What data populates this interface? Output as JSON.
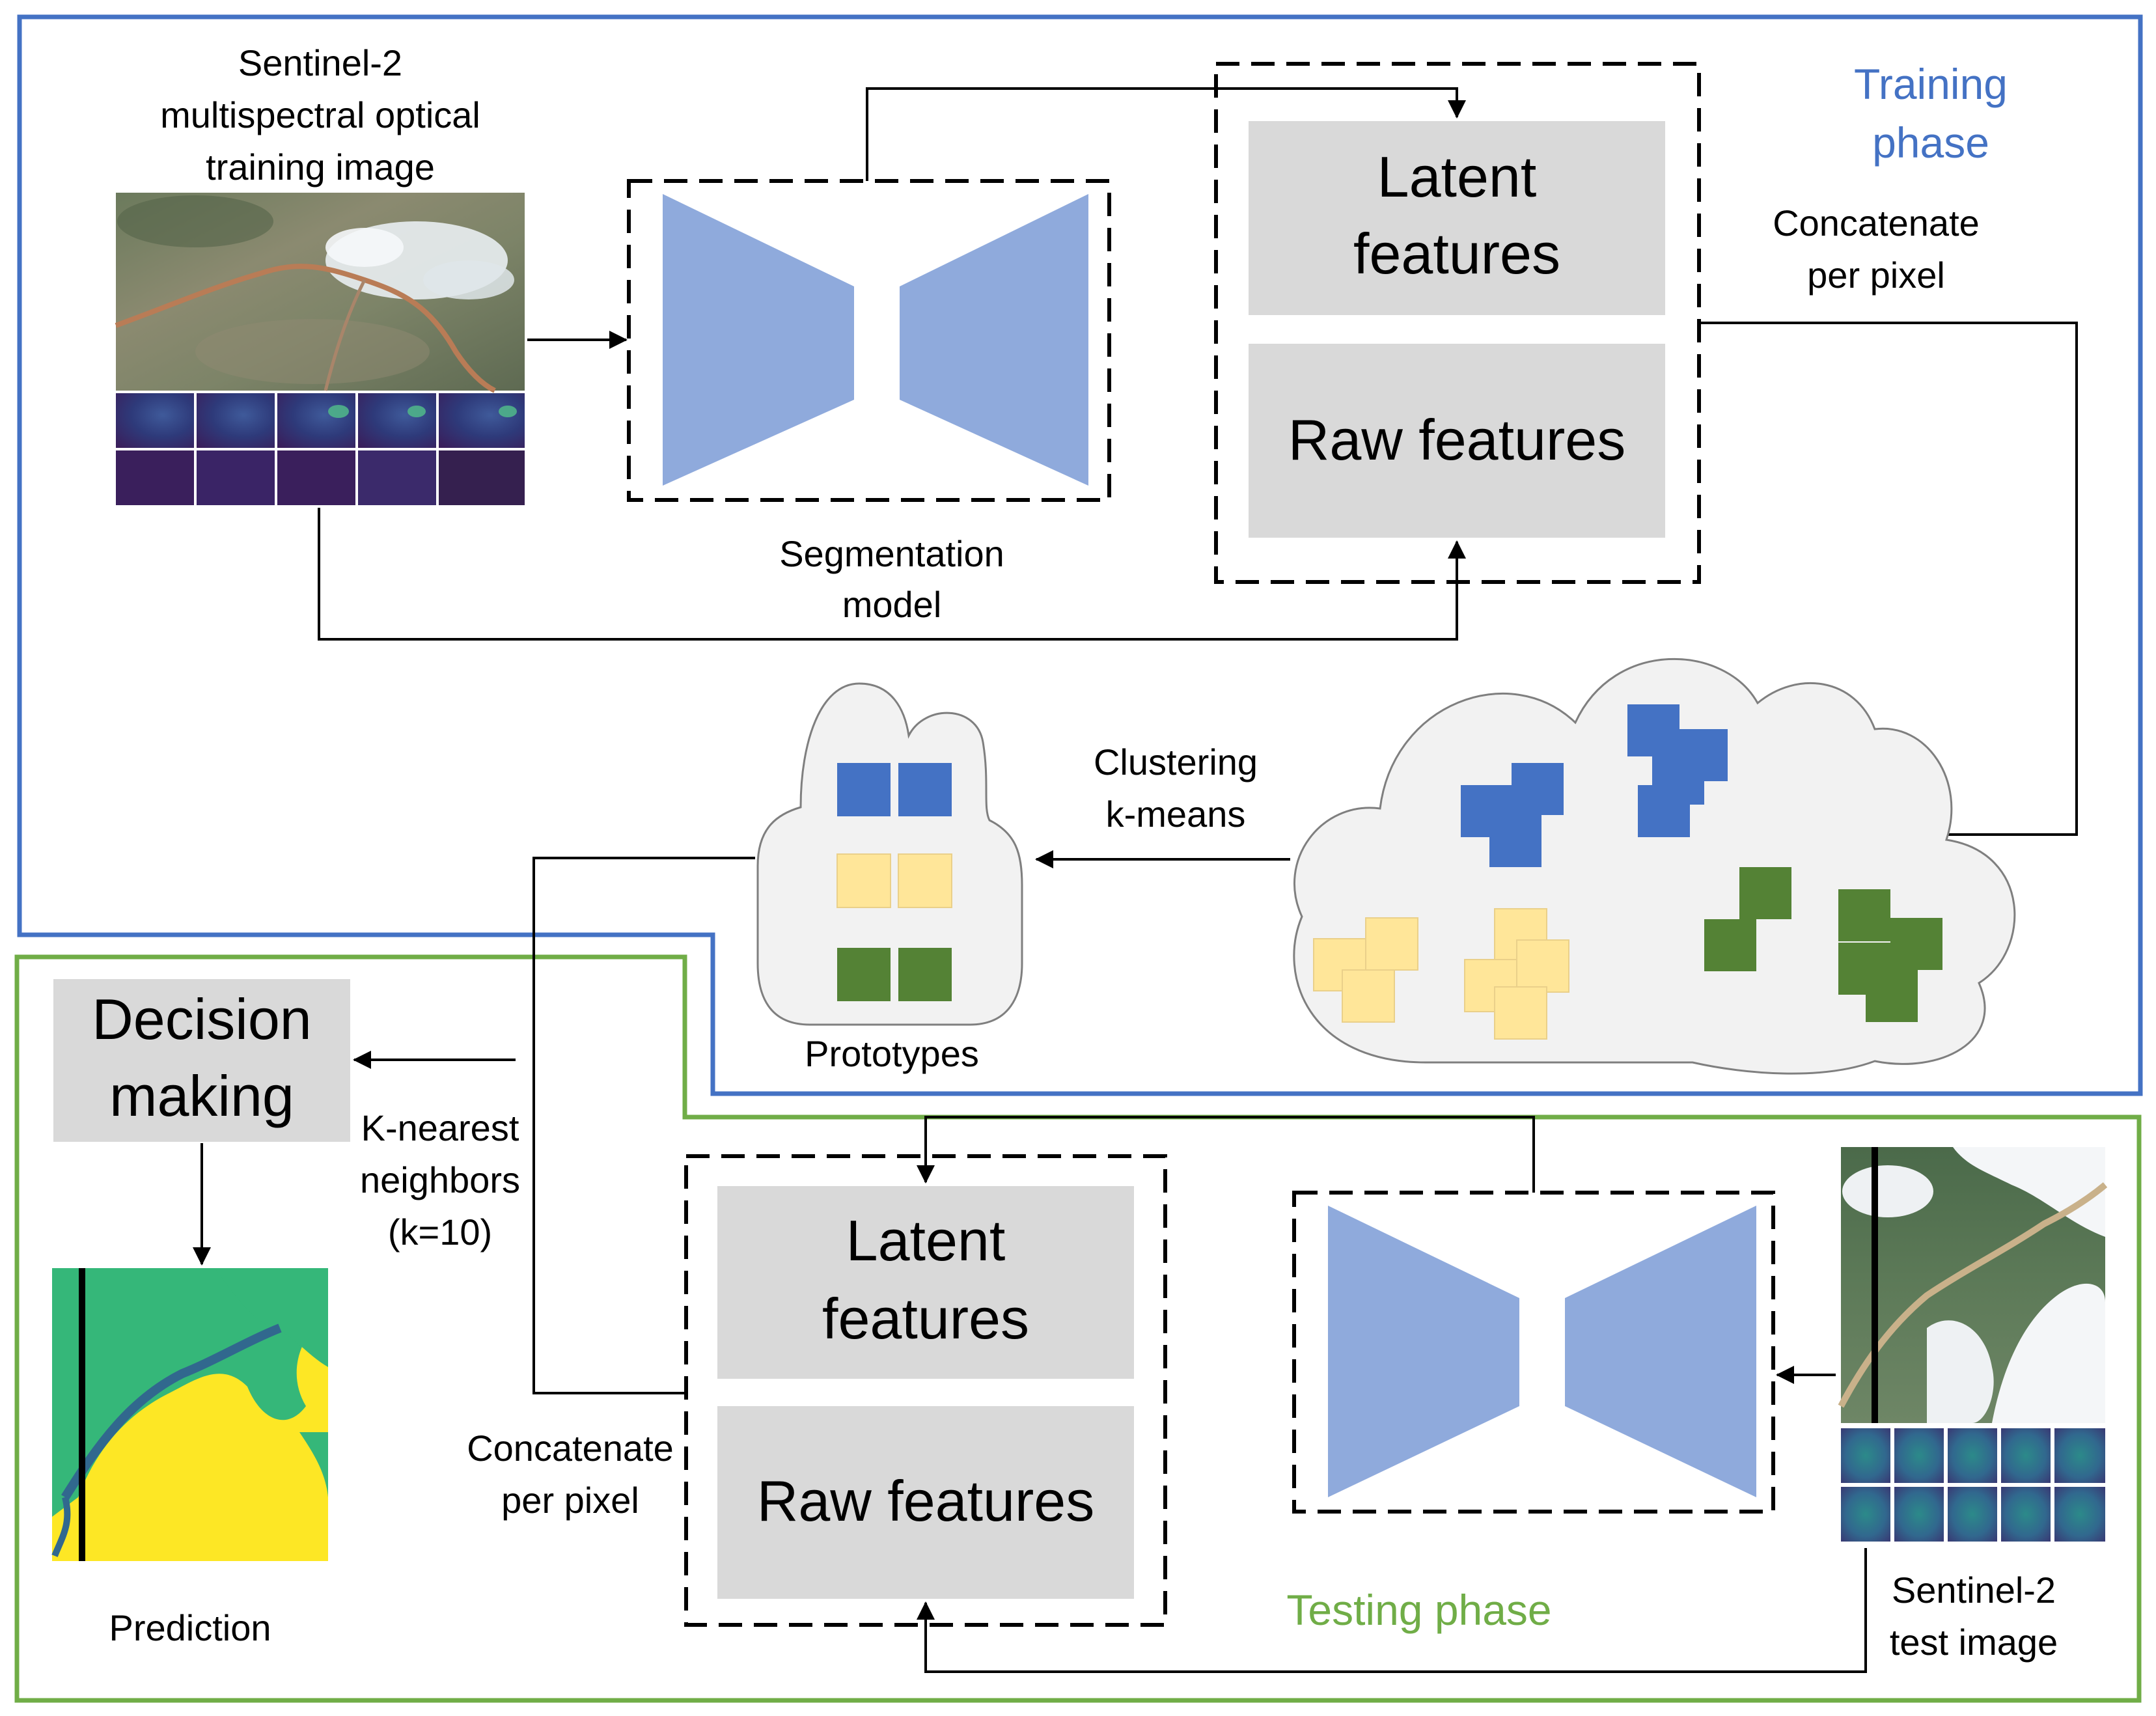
{
  "colors": {
    "training_border": "#4472c4",
    "testing_border": "#70ad47",
    "encoder_fill": "#8faadc",
    "feature_box_fill": "#d9d9d9",
    "cloud_fill": "#f2f2f2",
    "proto_blue": "#4472c4",
    "proto_yellow": "#ffe699",
    "proto_green": "#548235",
    "pred_yellow": "#fde725",
    "pred_green": "#35b779",
    "pred_river": "#31688e"
  },
  "training": {
    "phase_label_line1": "Training",
    "phase_label_line2": "phase",
    "image_caption_line1": "Sentinel-2",
    "image_caption_line2": "multispectral optical",
    "image_caption_line3": "training image",
    "model_label_line1": "Segmentation",
    "model_label_line2": "model",
    "latent_line1": "Latent",
    "latent_line2": "features",
    "raw_label": "Raw features",
    "concat_line1": "Concatenate",
    "concat_line2": "per  pixel",
    "clustering_line1": "Clustering",
    "clustering_line2": "k-means",
    "prototypes_label": "Prototypes"
  },
  "testing": {
    "phase_label": "Testing phase",
    "decision_line1": "Decision",
    "decision_line2": "making",
    "knn_line1": "K-nearest",
    "knn_line2": "neighbors",
    "knn_line3": "(k=10)",
    "prediction_label": "Prediction",
    "latent_line1": "Latent",
    "latent_line2": "features",
    "raw_label": "Raw features",
    "concat_line1": "Concatenate",
    "concat_line2": "per  pixel",
    "image_caption_line1": "Sentinel-2",
    "image_caption_line2": "test image"
  }
}
